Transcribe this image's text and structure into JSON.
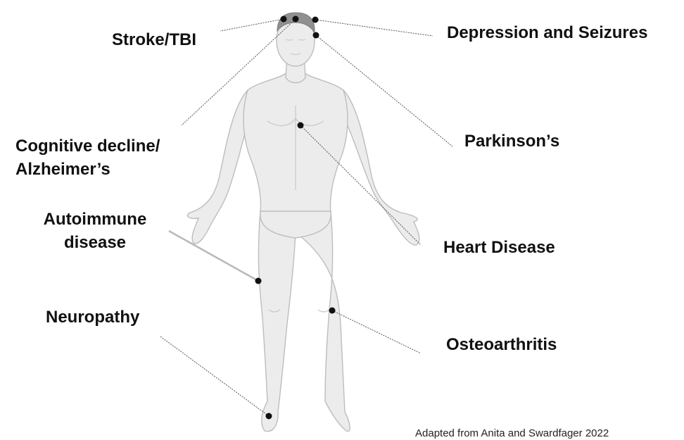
{
  "labels": {
    "stroke": "Stroke/TBI",
    "depression": "Depression and Seizures",
    "cognitive_line1": "Cognitive decline/",
    "cognitive_line2": "Alzheimer’s",
    "parkinsons": "Parkinson’s",
    "autoimmune_line1": "Autoimmune",
    "autoimmune_line2": "disease",
    "heart": "Heart Disease",
    "neuropathy": "Neuropathy",
    "osteoarthritis": "Osteoarthritis"
  },
  "credit": "Adapted from Anita and Swardfager 2022",
  "colors": {
    "body": "#ececec",
    "outline": "#bdbdbd",
    "hair": "#909090",
    "marker": "#111111",
    "text": "#111111"
  }
}
